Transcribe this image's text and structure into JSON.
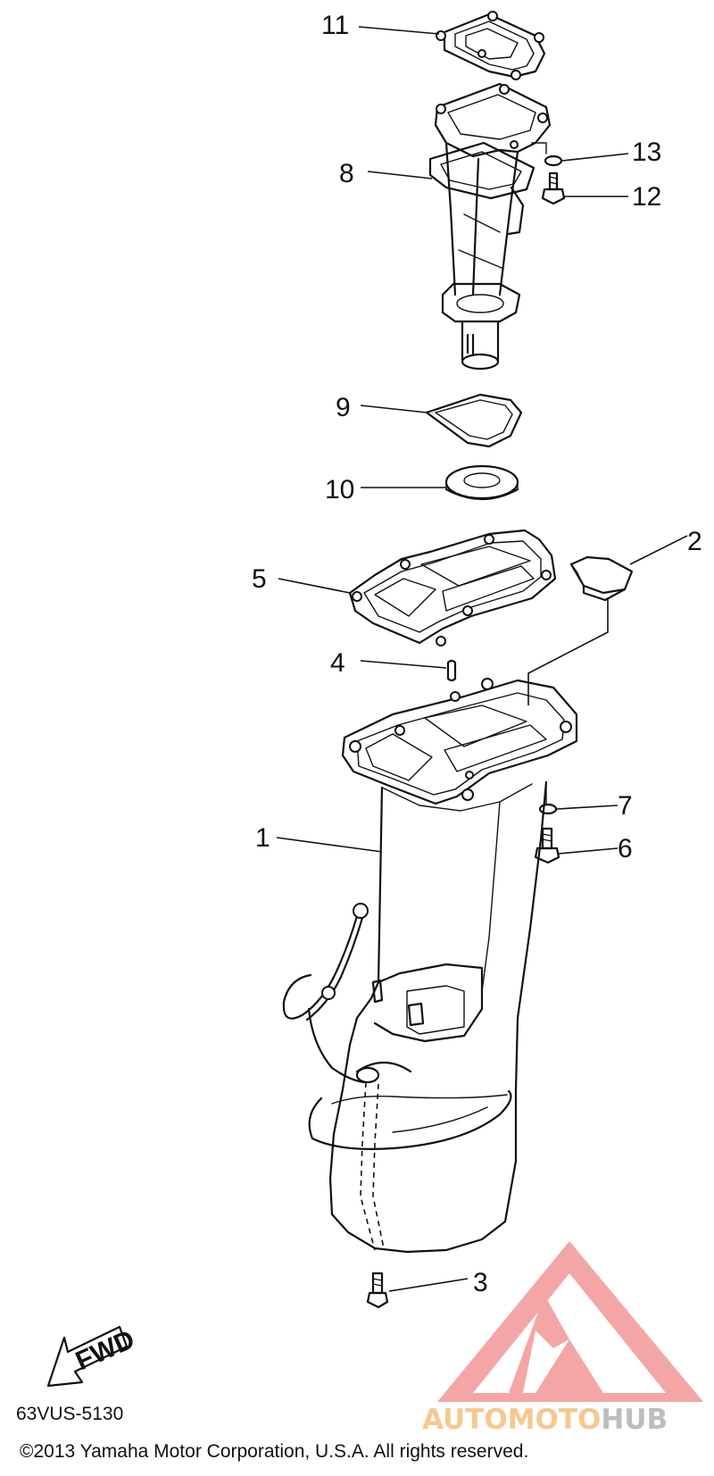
{
  "diagram": {
    "callouts": [
      "1",
      "2",
      "3",
      "4",
      "5",
      "6",
      "7",
      "8",
      "9",
      "10",
      "11",
      "12",
      "13"
    ],
    "fwd_label": "FWD"
  },
  "footer": {
    "part_code": "63VUS-5130",
    "copyright": "©2013 Yamaha Motor Corporation, U.S.A. All rights reserved."
  },
  "watermark": {
    "brand_part1": "AUTOMOTO",
    "brand_part2": "HUB",
    "color_logo": "#f4a6a6",
    "color_part1": "#f6c88f",
    "color_part2": "#bdbdbd"
  }
}
